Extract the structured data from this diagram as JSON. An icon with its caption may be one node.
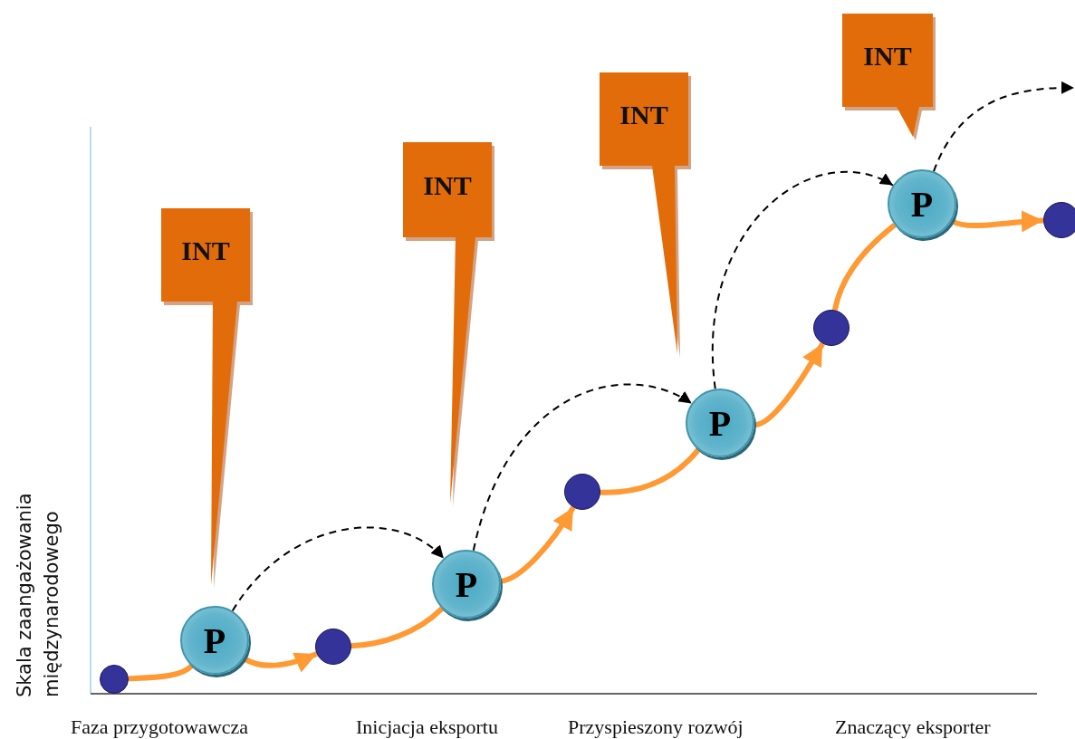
{
  "diagram": {
    "nodes": [
      {
        "text": [],
        "shape": "circle"
      },
      {
        "text": [],
        "shape": "circle"
      },
      {
        "text": [],
        "shape": "circle"
      },
      {
        "text": [],
        "shape": "circle"
      },
      {
        "text": [],
        "shape": "circle"
      },
      {
        "text": [
          "P"
        ]
      },
      {
        "text": [
          "P"
        ]
      },
      {
        "text": [
          "P"
        ]
      },
      {
        "text": [
          "P"
        ]
      },
      {
        "text": [
          "INT"
        ]
      },
      {
        "text": [
          "INT"
        ]
      },
      {
        "text": [
          "INT"
        ]
      },
      {
        "text": [
          "INT"
        ]
      }
    ],
    "edges": [
      {
        "from": 0,
        "to": 5,
        "arrow": "none",
        "color": "#ff9933"
      },
      {
        "from": 5,
        "to": 1,
        "arrow": "to",
        "color": "#ff9933"
      },
      {
        "from": 1,
        "to": 6,
        "arrow": "none",
        "color": "#ff9933"
      },
      {
        "from": 6,
        "to": 2,
        "arrow": "to",
        "color": "#ff9933"
      },
      {
        "from": 2,
        "to": 7,
        "arrow": "none",
        "color": "#ff9933"
      },
      {
        "from": 7,
        "to": 3,
        "arrow": "to",
        "color": "#ff9933"
      },
      {
        "from": 3,
        "to": 8,
        "arrow": "none",
        "color": "#ff9933"
      },
      {
        "from": 8,
        "to": 4,
        "arrow": "to",
        "color": "#ff9933"
      },
      {
        "from": 5,
        "to": 6,
        "arrow": "to",
        "style": "dashed",
        "color": "#000000"
      },
      {
        "from": 6,
        "to": 7,
        "arrow": "to",
        "style": "dashed",
        "color": "#000000"
      },
      {
        "from": 7,
        "to": 8,
        "arrow": "to",
        "style": "dashed",
        "color": "#000000"
      },
      {
        "from": 8,
        "to": null,
        "arrow": "to",
        "style": "dashed",
        "color": "#000000"
      }
    ],
    "labels": [
      "Skala zaangażowania międzynarodowego",
      "Faza przygotowawcza",
      "Inicjacja eksportu",
      "Przyspieszony rozwój",
      "Znaczący eksporter"
    ]
  }
}
